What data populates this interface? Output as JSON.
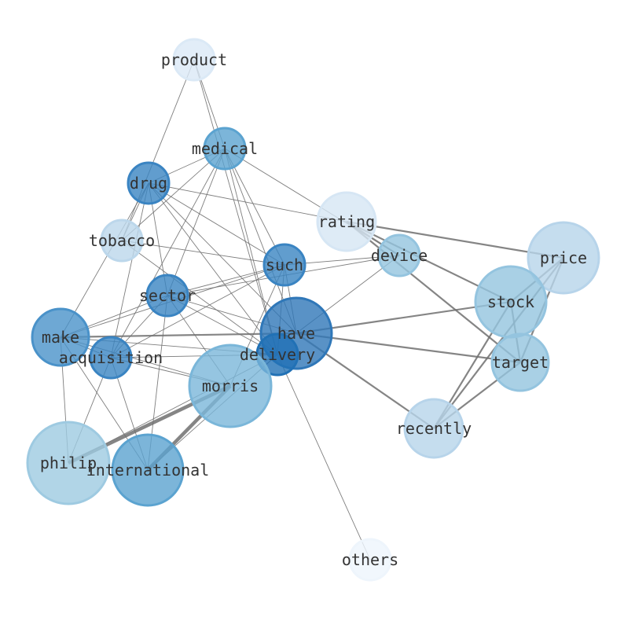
{
  "nodes": [
    {
      "id": "product",
      "label": "product",
      "color": "#dbe9f6"
    },
    {
      "id": "medical",
      "label": "medical",
      "color": "#5ba3d0"
    },
    {
      "id": "drug",
      "label": "drug",
      "color": "#3a84c2"
    },
    {
      "id": "tobacco",
      "label": "tobacco",
      "color": "#bcd7eb"
    },
    {
      "id": "rating",
      "label": "rating",
      "color": "#d6e6f4"
    },
    {
      "id": "device",
      "label": "device",
      "color": "#94c4df"
    },
    {
      "id": "price",
      "label": "price",
      "color": "#b7d4ea"
    },
    {
      "id": "such",
      "label": "such",
      "color": "#3a84c2"
    },
    {
      "id": "sector",
      "label": "sector",
      "color": "#3a84c2"
    },
    {
      "id": "stock",
      "label": "stock",
      "color": "#94c4df"
    },
    {
      "id": "make",
      "label": "make",
      "color": "#4a92c9"
    },
    {
      "id": "have",
      "label": "have",
      "color": "#2f77b8"
    },
    {
      "id": "acquisition",
      "label": "acquisition",
      "color": "#3a84c2"
    },
    {
      "id": "delivery",
      "label": "delivery",
      "color": "#2171b5"
    },
    {
      "id": "target",
      "label": "target",
      "color": "#94c4df"
    },
    {
      "id": "morris",
      "label": "morris",
      "color": "#7ab6d9"
    },
    {
      "id": "recently",
      "label": "recently",
      "color": "#b7d4ea"
    },
    {
      "id": "philip",
      "label": "philip",
      "color": "#9ecae1"
    },
    {
      "id": "international",
      "label": "international",
      "color": "#5ba3d0"
    },
    {
      "id": "others",
      "label": "others",
      "color": "#eef5fc"
    }
  ],
  "edges": [
    [
      "product",
      "tobacco",
      1
    ],
    [
      "product",
      "medical",
      1
    ],
    [
      "product",
      "delivery",
      1
    ],
    [
      "medical",
      "drug",
      1
    ],
    [
      "medical",
      "tobacco",
      1
    ],
    [
      "medical",
      "sector",
      1
    ],
    [
      "medical",
      "acquisition",
      1
    ],
    [
      "medical",
      "have",
      1
    ],
    [
      "medical",
      "delivery",
      1
    ],
    [
      "medical",
      "such",
      1
    ],
    [
      "medical",
      "device",
      1
    ],
    [
      "drug",
      "make",
      1
    ],
    [
      "drug",
      "acquisition",
      1
    ],
    [
      "drug",
      "sector",
      1
    ],
    [
      "drug",
      "such",
      1
    ],
    [
      "drug",
      "have",
      1
    ],
    [
      "drug",
      "delivery",
      1
    ],
    [
      "drug",
      "rating",
      1
    ],
    [
      "drug",
      "tobacco",
      1
    ],
    [
      "tobacco",
      "such",
      1
    ],
    [
      "tobacco",
      "delivery",
      1
    ],
    [
      "sector",
      "make",
      1
    ],
    [
      "sector",
      "acquisition",
      1
    ],
    [
      "sector",
      "such",
      1
    ],
    [
      "sector",
      "have",
      1
    ],
    [
      "sector",
      "delivery",
      1
    ],
    [
      "sector",
      "morris",
      1
    ],
    [
      "sector",
      "international",
      1
    ],
    [
      "sector",
      "device",
      1
    ],
    [
      "such",
      "make",
      1
    ],
    [
      "such",
      "acquisition",
      1
    ],
    [
      "such",
      "have",
      1
    ],
    [
      "such",
      "delivery",
      1
    ],
    [
      "such",
      "device",
      1
    ],
    [
      "such",
      "morris",
      1
    ],
    [
      "make",
      "have",
      2
    ],
    [
      "make",
      "delivery",
      1
    ],
    [
      "make",
      "acquisition",
      1
    ],
    [
      "make",
      "philip",
      1
    ],
    [
      "make",
      "international",
      1
    ],
    [
      "make",
      "morris",
      1
    ],
    [
      "acquisition",
      "morris",
      1
    ],
    [
      "acquisition",
      "delivery",
      1
    ],
    [
      "acquisition",
      "philip",
      1
    ],
    [
      "acquisition",
      "international",
      1
    ],
    [
      "morris",
      "philip",
      4
    ],
    [
      "morris",
      "international",
      4
    ],
    [
      "delivery",
      "philip",
      1
    ],
    [
      "delivery",
      "international",
      1
    ],
    [
      "delivery",
      "others",
      1
    ],
    [
      "have",
      "device",
      1
    ],
    [
      "have",
      "stock",
      2
    ],
    [
      "have",
      "target",
      2
    ],
    [
      "have",
      "recently",
      2
    ],
    [
      "rating",
      "price",
      2
    ],
    [
      "rating",
      "stock",
      2
    ],
    [
      "rating",
      "target",
      2
    ],
    [
      "rating",
      "device",
      2
    ],
    [
      "price",
      "stock",
      2
    ],
    [
      "price",
      "target",
      2
    ],
    [
      "price",
      "recently",
      2
    ],
    [
      "stock",
      "recently",
      2
    ],
    [
      "stock",
      "target",
      2
    ],
    [
      "target",
      "recently",
      2
    ]
  ]
}
